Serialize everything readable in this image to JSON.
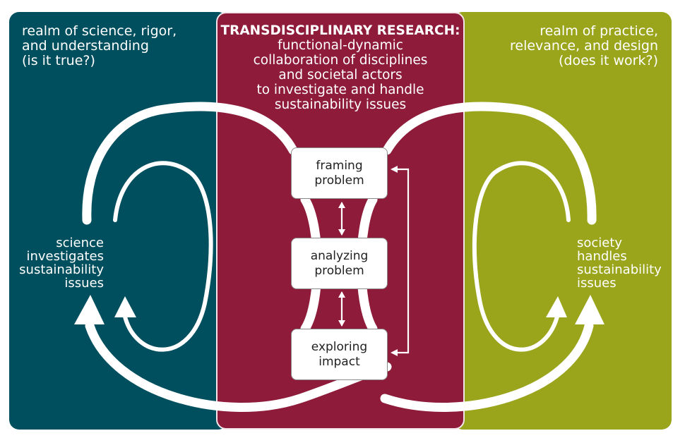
{
  "left_realm": {
    "lines": [
      "realm of science, rigor,",
      "and understanding",
      "(is it true?)"
    ]
  },
  "right_realm": {
    "lines": [
      "realm of practice,",
      "relevance, and design",
      "(does it work?)"
    ]
  },
  "transdisciplinary": {
    "title": "TRANSDISCIPLINARY RESEARCH:",
    "lines": [
      "functional-dynamic",
      "collaboration of disciplines",
      "and societal actors",
      "to investigate and handle",
      "sustainability issues"
    ]
  },
  "science_label": {
    "lines": [
      "science",
      "investigates",
      "sustainability",
      "issues"
    ]
  },
  "society_label": {
    "lines": [
      "society",
      "handles",
      "sustainability",
      "issues"
    ]
  },
  "steps": [
    {
      "lines": [
        "framing",
        "problem"
      ]
    },
    {
      "lines": [
        "analyzing",
        "problem"
      ]
    },
    {
      "lines": [
        "exploring",
        "impact"
      ]
    }
  ],
  "colors": {
    "science_panel": "#004f5e",
    "transdisciplinary_panel": "#8e1b3a",
    "practice_panel": "#9aa51c",
    "arrow": "#ffffff"
  }
}
